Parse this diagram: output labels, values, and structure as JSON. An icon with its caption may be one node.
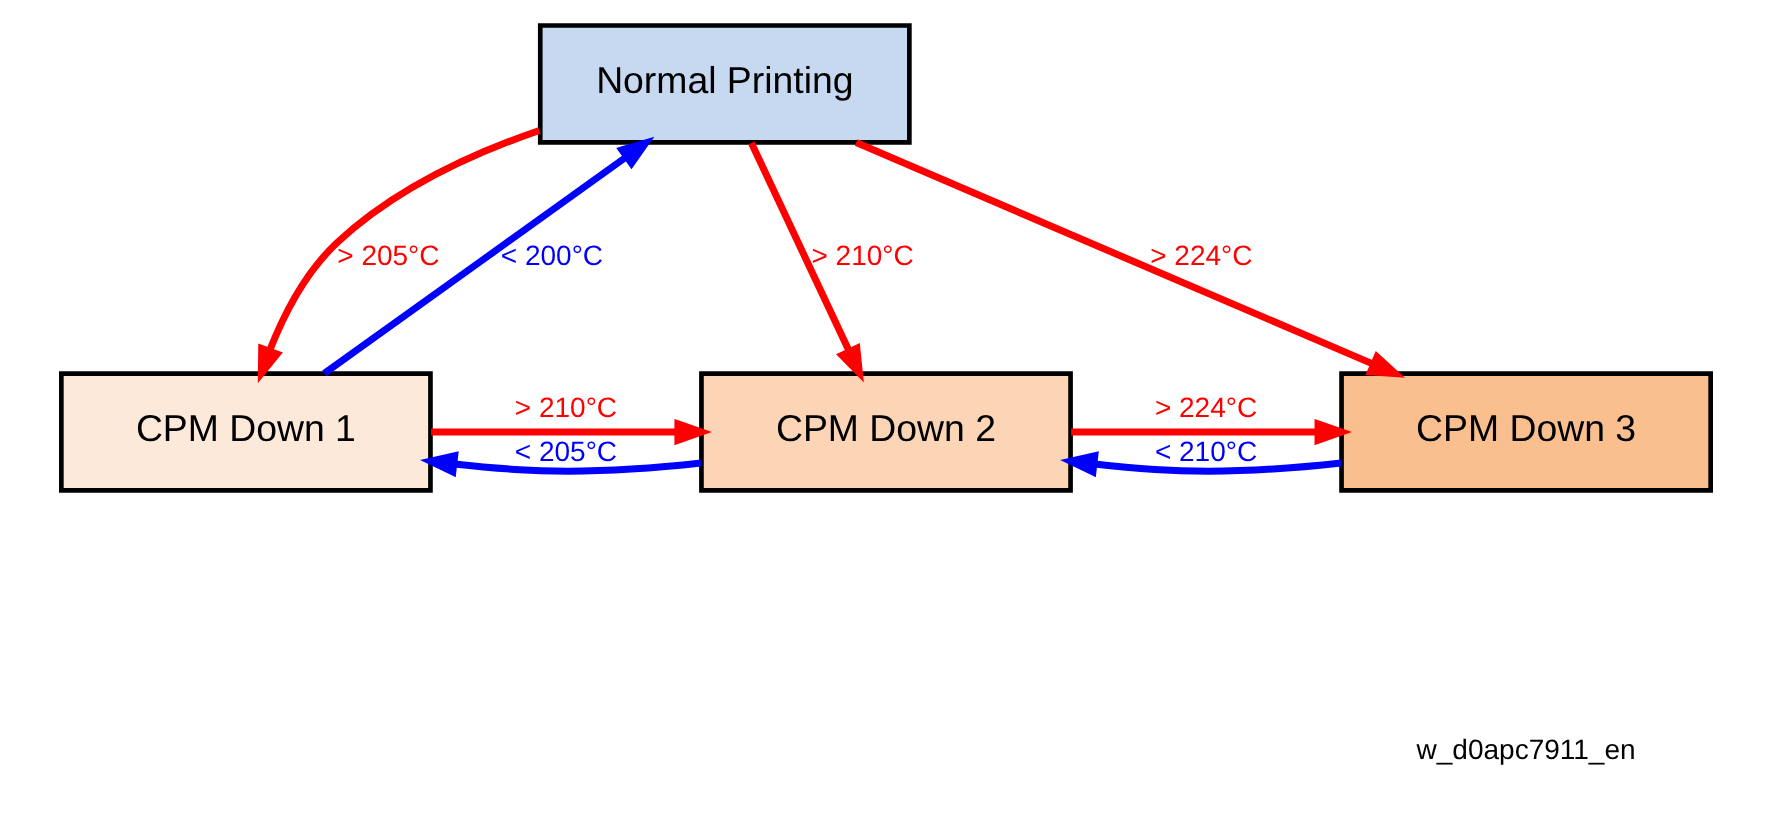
{
  "diagram": {
    "nodes": [
      {
        "text": [
          "Normal Printing"
        ]
      },
      {
        "text": [
          "CPM Down 1"
        ]
      },
      {
        "text": [
          "CPM Down 2"
        ]
      },
      {
        "text": [
          "CPM Down 3"
        ]
      }
    ],
    "edges": [
      {
        "from": 1,
        "to": 0,
        "arrow": "to",
        "label": "< 200°C",
        "color": "#0000ff"
      },
      {
        "from": 0,
        "to": 1,
        "arrow": "to",
        "label": "> 205°C"
      },
      {
        "from": 0,
        "to": 2,
        "arrow": "to",
        "label": "> 210°C"
      },
      {
        "from": 0,
        "to": 3,
        "arrow": "to",
        "label": "> 224°C"
      },
      {
        "from": 1,
        "to": 2,
        "arrow": "to",
        "label": "> 210°C"
      },
      {
        "from": 2,
        "to": 1,
        "arrow": "to",
        "label": "< 205°C",
        "color": "#0000ff"
      },
      {
        "from": 2,
        "to": 3,
        "arrow": "to",
        "label": "> 224°C"
      },
      {
        "from": 3,
        "to": 2,
        "arrow": "to",
        "label": "< 210°C",
        "color": "#0000ff"
      }
    ],
    "labels": [
      "w_d0apc7911_en"
    ]
  }
}
